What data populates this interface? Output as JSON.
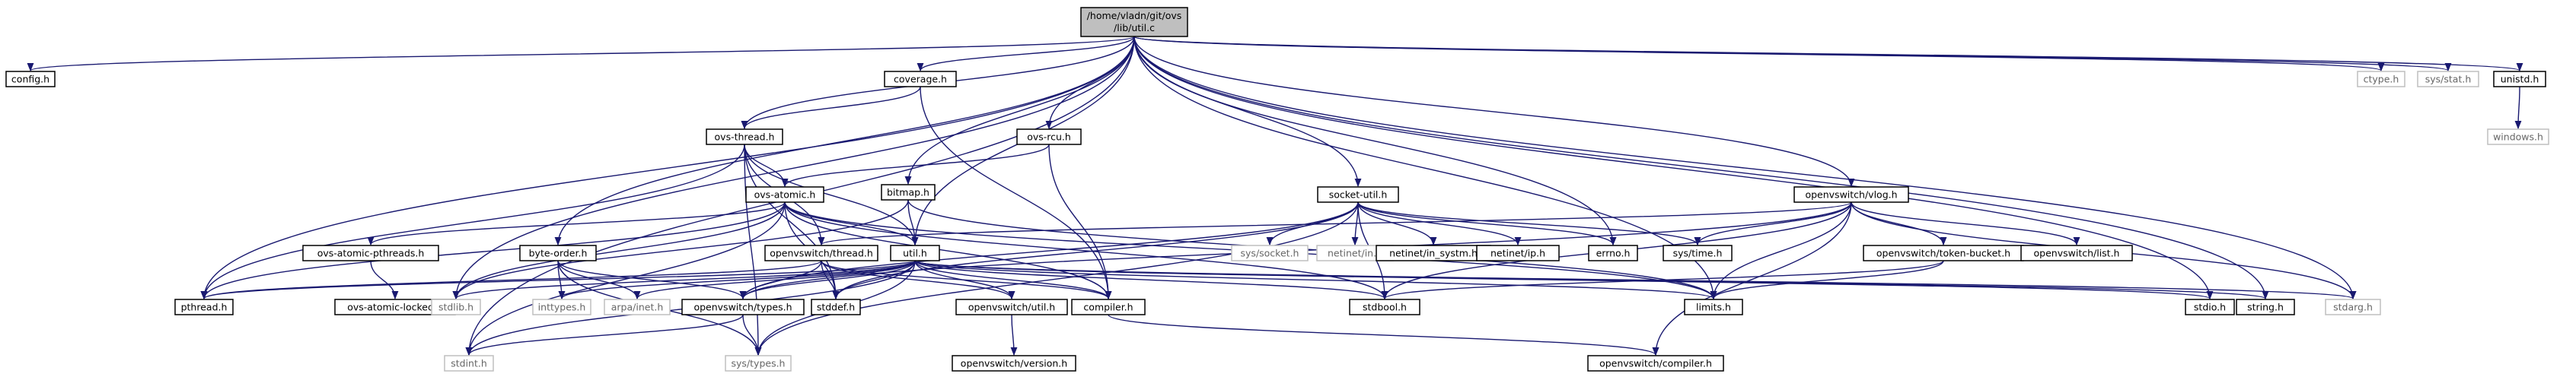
{
  "graph": {
    "root": {
      "label_line1": "/home/vladn/git/ovs",
      "label_line2": "/lib/util.c"
    },
    "nodes": [
      {
        "id": "config",
        "label": "config.h",
        "muted": false
      },
      {
        "id": "pthread",
        "label": "pthread.h",
        "muted": false
      },
      {
        "id": "stdint",
        "label": "stdint.h",
        "muted": true
      },
      {
        "id": "coverage",
        "label": "coverage.h",
        "muted": false
      },
      {
        "id": "ovsthread",
        "label": "ovs-thread.h",
        "muted": false
      },
      {
        "id": "ovsatomic",
        "label": "ovs-atomic.h",
        "muted": false
      },
      {
        "id": "ovsrcu",
        "label": "ovs-rcu.h",
        "muted": false
      },
      {
        "id": "bitmap",
        "label": "bitmap.h",
        "muted": false
      },
      {
        "id": "byteorder",
        "label": "byte-order.h",
        "muted": false
      },
      {
        "id": "ovsatomicpthreads",
        "label": "ovs-atomic-pthreads.h",
        "muted": false
      },
      {
        "id": "ovsatomiclocked",
        "label": "ovs-atomic-locked.h",
        "muted": false
      },
      {
        "id": "stdlib",
        "label": "stdlib.h",
        "muted": true
      },
      {
        "id": "inttypes",
        "label": "inttypes.h",
        "muted": true
      },
      {
        "id": "arpainet",
        "label": "arpa/inet.h",
        "muted": true
      },
      {
        "id": "ovsthreadh",
        "label": "openvswitch/thread.h",
        "muted": false
      },
      {
        "id": "ovstypes",
        "label": "openvswitch/types.h",
        "muted": false
      },
      {
        "id": "stddef",
        "label": "stddef.h",
        "muted": false
      },
      {
        "id": "systypes",
        "label": "sys/types.h",
        "muted": true
      },
      {
        "id": "utilh",
        "label": "util.h",
        "muted": false
      },
      {
        "id": "ovsutil",
        "label": "openvswitch/util.h",
        "muted": false
      },
      {
        "id": "ovsversion",
        "label": "openvswitch/version.h",
        "muted": false
      },
      {
        "id": "compiler",
        "label": "compiler.h",
        "muted": false
      },
      {
        "id": "ovscompiler",
        "label": "openvswitch/compiler.h",
        "muted": false
      },
      {
        "id": "socketutil",
        "label": "socket-util.h",
        "muted": false
      },
      {
        "id": "syssocket",
        "label": "sys/socket.h",
        "muted": true
      },
      {
        "id": "netinetin",
        "label": "netinet/in.h",
        "muted": true
      },
      {
        "id": "netinetinsystm",
        "label": "netinet/in_systm.h",
        "muted": false
      },
      {
        "id": "netinetip",
        "label": "netinet/ip.h",
        "muted": false
      },
      {
        "id": "stdbool",
        "label": "stdbool.h",
        "muted": false
      },
      {
        "id": "errno",
        "label": "errno.h",
        "muted": false
      },
      {
        "id": "systime",
        "label": "sys/time.h",
        "muted": false
      },
      {
        "id": "vlog",
        "label": "openvswitch/vlog.h",
        "muted": false
      },
      {
        "id": "tokenbucket",
        "label": "openvswitch/token-bucket.h",
        "muted": false
      },
      {
        "id": "ovslist",
        "label": "openvswitch/list.h",
        "muted": false
      },
      {
        "id": "limits",
        "label": "limits.h",
        "muted": false
      },
      {
        "id": "stdio",
        "label": "stdio.h",
        "muted": false
      },
      {
        "id": "string",
        "label": "string.h",
        "muted": false
      },
      {
        "id": "stdarg",
        "label": "stdarg.h",
        "muted": true
      },
      {
        "id": "ctype",
        "label": "ctype.h",
        "muted": true
      },
      {
        "id": "sysstat",
        "label": "sys/stat.h",
        "muted": true
      },
      {
        "id": "unistd",
        "label": "unistd.h",
        "muted": false
      },
      {
        "id": "windows",
        "label": "windows.h",
        "muted": true
      }
    ],
    "edges": [
      [
        "root",
        "config"
      ],
      [
        "root",
        "pthread"
      ],
      [
        "root",
        "stdint"
      ],
      [
        "root",
        "coverage"
      ],
      [
        "root",
        "ovsthread"
      ],
      [
        "root",
        "ovsrcu"
      ],
      [
        "root",
        "bitmap"
      ],
      [
        "root",
        "byteorder"
      ],
      [
        "root",
        "stdlib"
      ],
      [
        "root",
        "utilh"
      ],
      [
        "root",
        "socketutil"
      ],
      [
        "root",
        "errno"
      ],
      [
        "root",
        "vlog"
      ],
      [
        "root",
        "limits"
      ],
      [
        "root",
        "stdio"
      ],
      [
        "root",
        "string"
      ],
      [
        "root",
        "stdarg"
      ],
      [
        "root",
        "ctype"
      ],
      [
        "root",
        "sysstat"
      ],
      [
        "root",
        "unistd"
      ],
      [
        "coverage",
        "ovsthread"
      ],
      [
        "coverage",
        "compiler"
      ],
      [
        "ovsthread",
        "pthread"
      ],
      [
        "ovsthread",
        "stddef"
      ],
      [
        "ovsthread",
        "systypes"
      ],
      [
        "ovsthread",
        "ovsatomic"
      ],
      [
        "ovsthread",
        "ovsthreadh"
      ],
      [
        "ovsthread",
        "utilh"
      ],
      [
        "ovsrcu",
        "ovsatomic"
      ],
      [
        "ovsrcu",
        "compiler"
      ],
      [
        "ovsatomic",
        "ovsatomicpthreads"
      ],
      [
        "ovsatomic",
        "pthread"
      ],
      [
        "ovsatomic",
        "stdint"
      ],
      [
        "ovsatomic",
        "stdlib"
      ],
      [
        "ovsatomic",
        "stddef"
      ],
      [
        "ovsatomic",
        "stdbool"
      ],
      [
        "ovsatomic",
        "limits"
      ],
      [
        "ovsatomic",
        "utilh"
      ],
      [
        "ovsatomic",
        "compiler"
      ],
      [
        "ovsatomicpthreads",
        "ovsatomiclocked"
      ],
      [
        "bitmap",
        "utilh"
      ],
      [
        "bitmap",
        "limits"
      ],
      [
        "bitmap",
        "stdlib"
      ],
      [
        "byteorder",
        "arpainet"
      ],
      [
        "byteorder",
        "systypes"
      ],
      [
        "byteorder",
        "inttypes"
      ],
      [
        "byteorder",
        "ovstypes"
      ],
      [
        "ovsthreadh",
        "ovstypes"
      ],
      [
        "ovsthreadh",
        "stddef"
      ],
      [
        "ovsthreadh",
        "pthread"
      ],
      [
        "ovsthreadh",
        "ovsutil"
      ],
      [
        "ovsthreadh",
        "compiler"
      ],
      [
        "utilh",
        "arpainet"
      ],
      [
        "utilh",
        "inttypes"
      ],
      [
        "utilh",
        "limits"
      ],
      [
        "utilh",
        "stdarg"
      ],
      [
        "utilh",
        "stdbool"
      ],
      [
        "utilh",
        "stddef"
      ],
      [
        "utilh",
        "stdint"
      ],
      [
        "utilh",
        "stdio"
      ],
      [
        "utilh",
        "stdlib"
      ],
      [
        "utilh",
        "string"
      ],
      [
        "utilh",
        "ovstypes"
      ],
      [
        "utilh",
        "compiler"
      ],
      [
        "utilh",
        "ovsutil"
      ],
      [
        "utilh",
        "systypes"
      ],
      [
        "utilh",
        "pthread"
      ],
      [
        "ovstypes",
        "stdint"
      ],
      [
        "ovstypes",
        "systypes"
      ],
      [
        "ovsutil",
        "ovsversion"
      ],
      [
        "compiler",
        "ovscompiler"
      ],
      [
        "socketutil",
        "syssocket"
      ],
      [
        "socketutil",
        "netinetin"
      ],
      [
        "socketutil",
        "netinetinsystm"
      ],
      [
        "socketutil",
        "netinetip"
      ],
      [
        "socketutil",
        "stdbool"
      ],
      [
        "socketutil",
        "errno"
      ],
      [
        "socketutil",
        "systime"
      ],
      [
        "socketutil",
        "systypes"
      ],
      [
        "socketutil",
        "ovstypes"
      ],
      [
        "socketutil",
        "stddef"
      ],
      [
        "vlog",
        "ovsthreadh"
      ],
      [
        "vlog",
        "tokenbucket"
      ],
      [
        "vlog",
        "ovslist"
      ],
      [
        "vlog",
        "stdarg"
      ],
      [
        "vlog",
        "stdbool"
      ],
      [
        "vlog",
        "systime"
      ],
      [
        "vlog",
        "limits"
      ],
      [
        "vlog",
        "ovscompiler"
      ],
      [
        "vlog",
        "ovstypes"
      ],
      [
        "tokenbucket",
        "limits"
      ],
      [
        "tokenbucket",
        "stdbool"
      ],
      [
        "unistd",
        "windows"
      ]
    ]
  }
}
